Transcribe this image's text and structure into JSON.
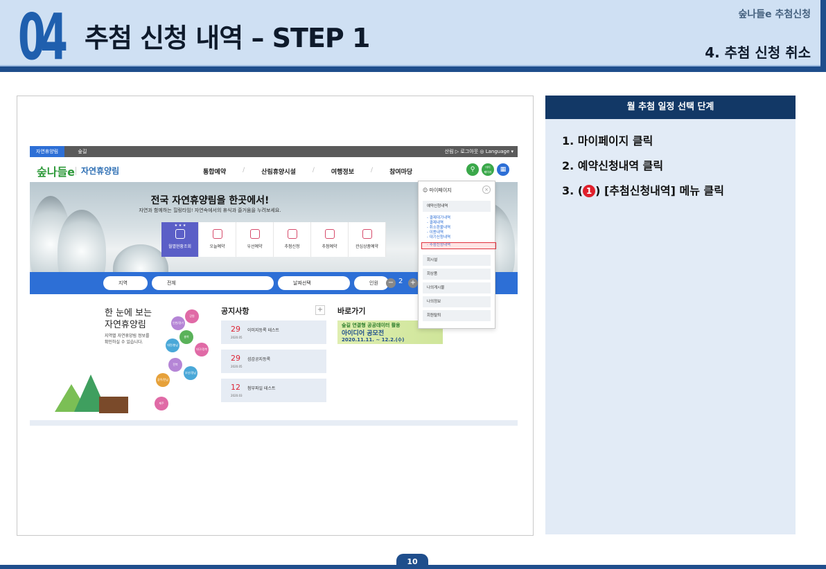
{
  "header": {
    "number": "04",
    "title": "추첨 신청 내역 – STEP 1",
    "app_name": "숲나들e 추첨신청",
    "subtitle": "4. 추첨 신청 취소"
  },
  "screenshot": {
    "topbar": {
      "tab_active": "자연휴양림",
      "tab_other": "숲길",
      "utility": "산림  ▷ 로그아웃  ◎ Language ▾"
    },
    "nav": {
      "logo": "숲나들e",
      "section": "자연휴양림",
      "menu": [
        "통합예약",
        "산림휴양시설",
        "여행정보",
        "참여마당"
      ],
      "mypage_badge": "마이\n페이지"
    },
    "hero": {
      "title": "전국 자연휴양림을 한곳에서!",
      "subtitle": "자연과 함께하는 힐링타임! 자연속에서의 휴식과 즐거움을 누려보세요.",
      "quick_menu": [
        "월별현황조회",
        "오늘예약",
        "우선예약",
        "추첨신청",
        "추첨예약",
        "관심상품예약"
      ],
      "quick_badge": "★ ★ ★"
    },
    "search": {
      "region": "지역",
      "all": "전체",
      "date": "날짜선택",
      "people_label": "인원",
      "people_count": "2"
    },
    "lower": {
      "title_line1": "한 눈에 보는",
      "title_line2": "자연휴양림",
      "desc": "지역별 자연휴양림 정보를 확인하실 수 있습니다.",
      "regions": [
        "인천/경기",
        "강원",
        "충북",
        "대전/충남",
        "대구/경북",
        "전북",
        "광주/전남",
        "부산/경남",
        "제주"
      ],
      "notice_title": "공지사항",
      "notices": [
        {
          "day": "29",
          "ym": "2020.05",
          "text": "이미지등록 테스트"
        },
        {
          "day": "29",
          "ym": "2020.05",
          "text": "섬감공지등록"
        },
        {
          "day": "12",
          "ym": "2020.03",
          "text": "첨부파일 테스트"
        }
      ],
      "quick_title": "바로가기",
      "banner": {
        "line1": "숲길 연결형 공공데이터 활용",
        "line2": "아이디어 공모전",
        "line3": "2020.11.11. ~ 12.2.(수)"
      }
    },
    "dropdown": {
      "title": "마이페이지",
      "section": "예약신청내역",
      "sub_items": [
        "- 결제대기내역",
        "- 결제내역",
        "- 취소환불내역",
        "- 이용내역",
        "- 대기신청내역",
        "- 추첨신청내역"
      ],
      "items": [
        "회시설",
        "회상품",
        "나의게시물",
        "나의정보",
        "회원탈퇴"
      ],
      "marker": "1"
    }
  },
  "panel": {
    "title": "월 추첨 일정 선택 단계",
    "step1": "1. 마이페이지 클릭",
    "step2": "2. 예약신청내역 클릭",
    "step3_prefix": "3. (",
    "step3_badge": "1",
    "step3_suffix": ") [추첨신청내역] 메뉴 클릭"
  },
  "footer": {
    "page": "10"
  },
  "colors": {
    "brand": "#1f4e8c",
    "accent": "#e0202c",
    "panel": "#e2ebf6",
    "panel_head": "#123866"
  }
}
